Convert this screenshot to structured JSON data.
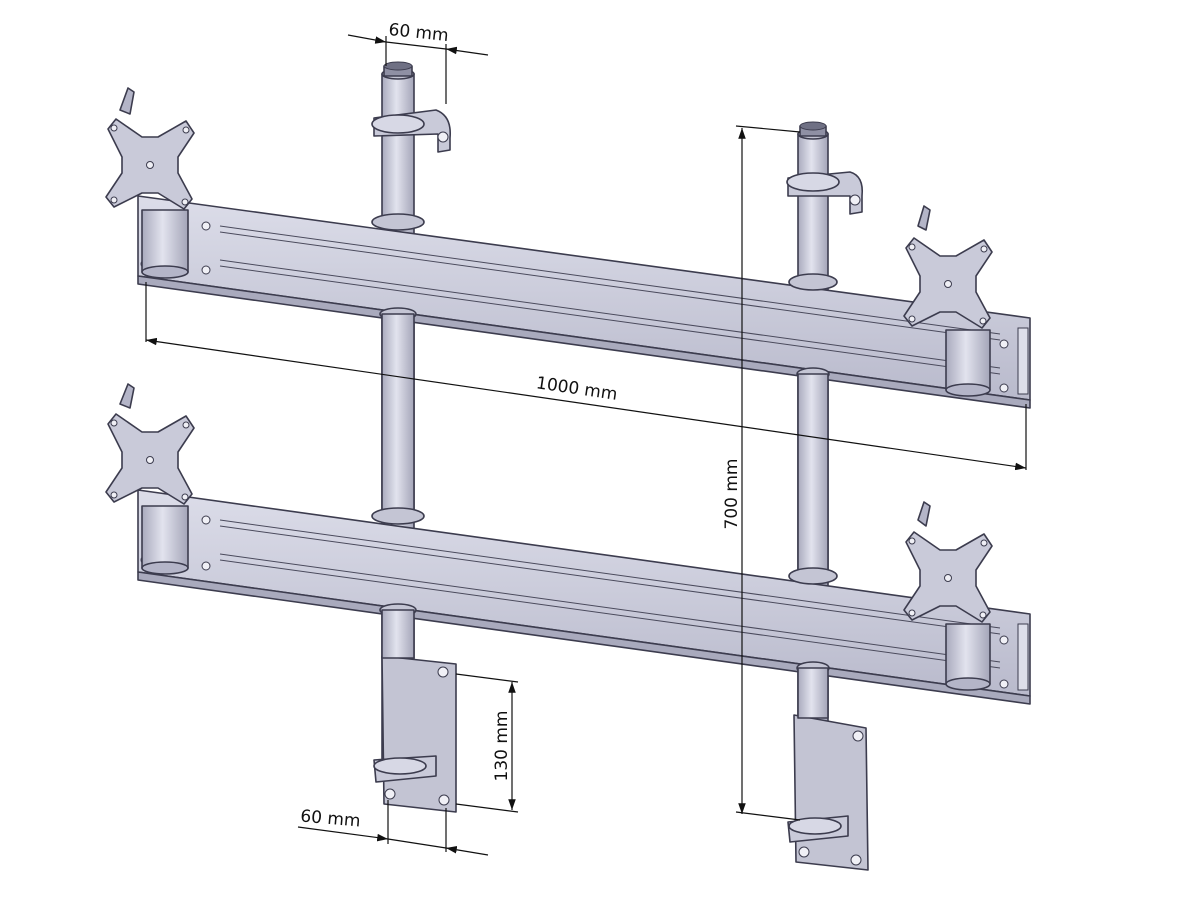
{
  "dimensions": {
    "top_clamp_width": "60 mm",
    "rail_length": "1000 mm",
    "total_height": "700 mm",
    "wall_plate_height": "130 mm",
    "wall_plate_width": "60 mm"
  },
  "colors": {
    "metal": "#c9cad9",
    "metal_light": "#dddeea",
    "metal_dark": "#a9aabd",
    "edge": "#3c3c4e",
    "dimension_line": "#111111"
  }
}
